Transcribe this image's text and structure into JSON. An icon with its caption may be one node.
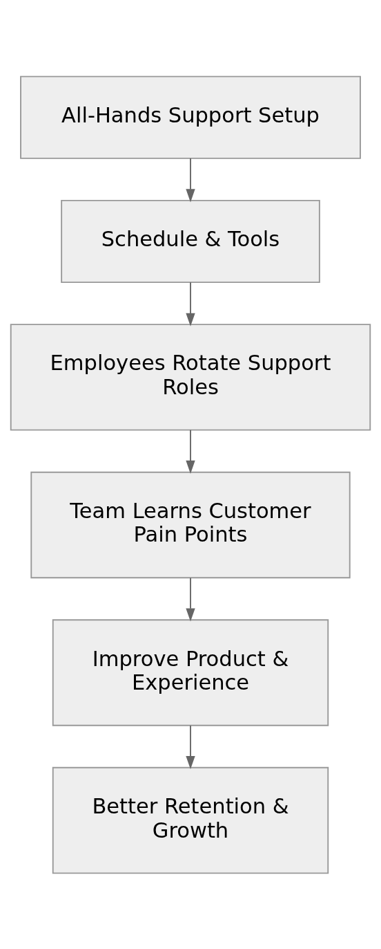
{
  "diagram": {
    "nodes": [
      {
        "text": [
          "All-Hands Support Setup"
        ]
      },
      {
        "text": [
          "Schedule & Tools"
        ]
      },
      {
        "text": [
          "Employees Rotate Support Roles"
        ]
      },
      {
        "text": [
          "Team Learns Customer Pain Points"
        ]
      },
      {
        "text": [
          "Improve Product & Experience"
        ]
      },
      {
        "text": [
          "Better Retention & Growth"
        ]
      }
    ],
    "edges": [
      {
        "from": 0,
        "to": 1,
        "arrow": "to"
      },
      {
        "from": 1,
        "to": 2,
        "arrow": "to"
      },
      {
        "from": 2,
        "to": 3,
        "arrow": "to"
      },
      {
        "from": 3,
        "to": 4,
        "arrow": "to"
      },
      {
        "from": 4,
        "to": 5,
        "arrow": "to"
      }
    ]
  }
}
